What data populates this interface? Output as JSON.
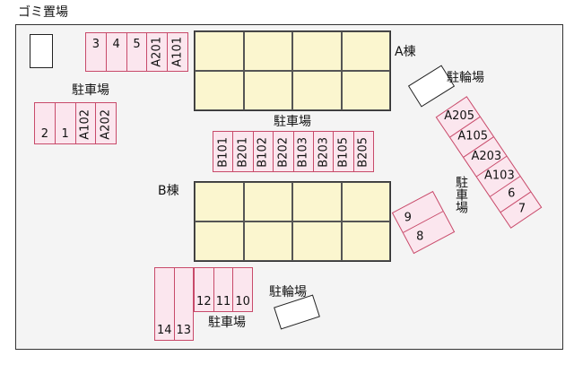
{
  "labels": {
    "trash": "ゴミ置場",
    "building_a": "A棟",
    "building_b": "B棟",
    "bike_a": "駐輪場",
    "bike_b": "駐輪場",
    "parking_left": "駐車場",
    "parking_center": "駐車場",
    "parking_right": "駐車場",
    "parking_bottom": "駐車場"
  },
  "slots": {
    "top_row": [
      "3",
      "4",
      "5",
      "A201",
      "A101"
    ],
    "left_row": [
      "2",
      "1",
      "A102",
      "A202"
    ],
    "center_row": [
      "B101",
      "B201",
      "B102",
      "B202",
      "B103",
      "B203",
      "B105",
      "B205"
    ],
    "diag_row": [
      "A205",
      "A105",
      "A203",
      "A103",
      "6",
      "7"
    ],
    "right_pair": [
      "9",
      "8"
    ],
    "bottom_tall": [
      "14",
      "13"
    ],
    "bottom_short": [
      "12",
      "11",
      "10"
    ]
  },
  "colors": {
    "building_fill": "#fbf6cf",
    "parking_fill": "#fbe6ee",
    "parking_border": "#c84a6a"
  }
}
